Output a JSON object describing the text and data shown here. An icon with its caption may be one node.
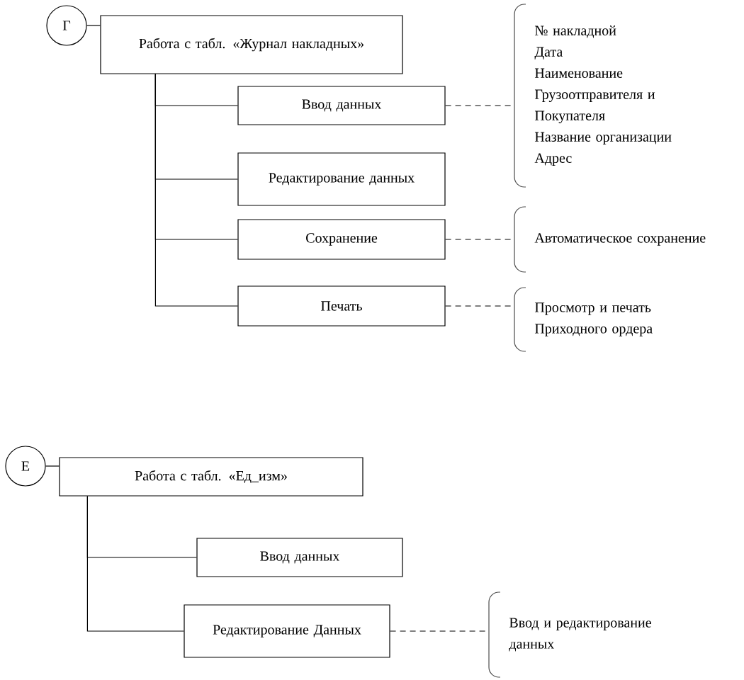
{
  "diagram": {
    "nodes": [
      {
        "text": [
          "Г"
        ]
      },
      {
        "text": [
          "Работа с табл. «Журнал накладных»"
        ]
      },
      {
        "text": [
          "Ввод данных"
        ]
      },
      {
        "text": [
          "Редактирование данных"
        ]
      },
      {
        "text": [
          "Сохранение"
        ]
      },
      {
        "text": [
          "Печать"
        ]
      },
      {
        "text": [
          "№ накладной",
          "Дата",
          "Наименование Грузоотправителя и Покупателя",
          "Название организации",
          "Адрес"
        ]
      },
      {
        "text": [
          "Автоматическое сохранение"
        ]
      },
      {
        "text": [
          "Просмотр и печать Приходного ордера"
        ]
      },
      {
        "text": [
          "Е"
        ]
      },
      {
        "text": [
          "Работа с табл. «Ед_изм»"
        ]
      },
      {
        "text": [
          "Ввод данных"
        ]
      },
      {
        "text": [
          "Редактирование Данных"
        ]
      },
      {
        "text": [
          "Ввод и редактирование данных"
        ]
      }
    ],
    "edges": [
      {
        "from": 0,
        "to": 1,
        "arrow": "none"
      },
      {
        "from": 1,
        "to": 2,
        "arrow": "none"
      },
      {
        "from": 1,
        "to": 3,
        "arrow": "none"
      },
      {
        "from": 1,
        "to": 4,
        "arrow": "none"
      },
      {
        "from": 1,
        "to": 5,
        "arrow": "none"
      },
      {
        "from": 2,
        "to": 6,
        "arrow": "none",
        "style": "dashed"
      },
      {
        "from": 4,
        "to": 7,
        "arrow": "none",
        "style": "dashed"
      },
      {
        "from": 5,
        "to": 8,
        "arrow": "none",
        "style": "dashed"
      },
      {
        "from": 9,
        "to": 10,
        "arrow": "none"
      },
      {
        "from": 10,
        "to": 11,
        "arrow": "none"
      },
      {
        "from": 10,
        "to": 12,
        "arrow": "none"
      },
      {
        "from": 12,
        "to": 13,
        "arrow": "none",
        "style": "dashed"
      }
    ]
  }
}
